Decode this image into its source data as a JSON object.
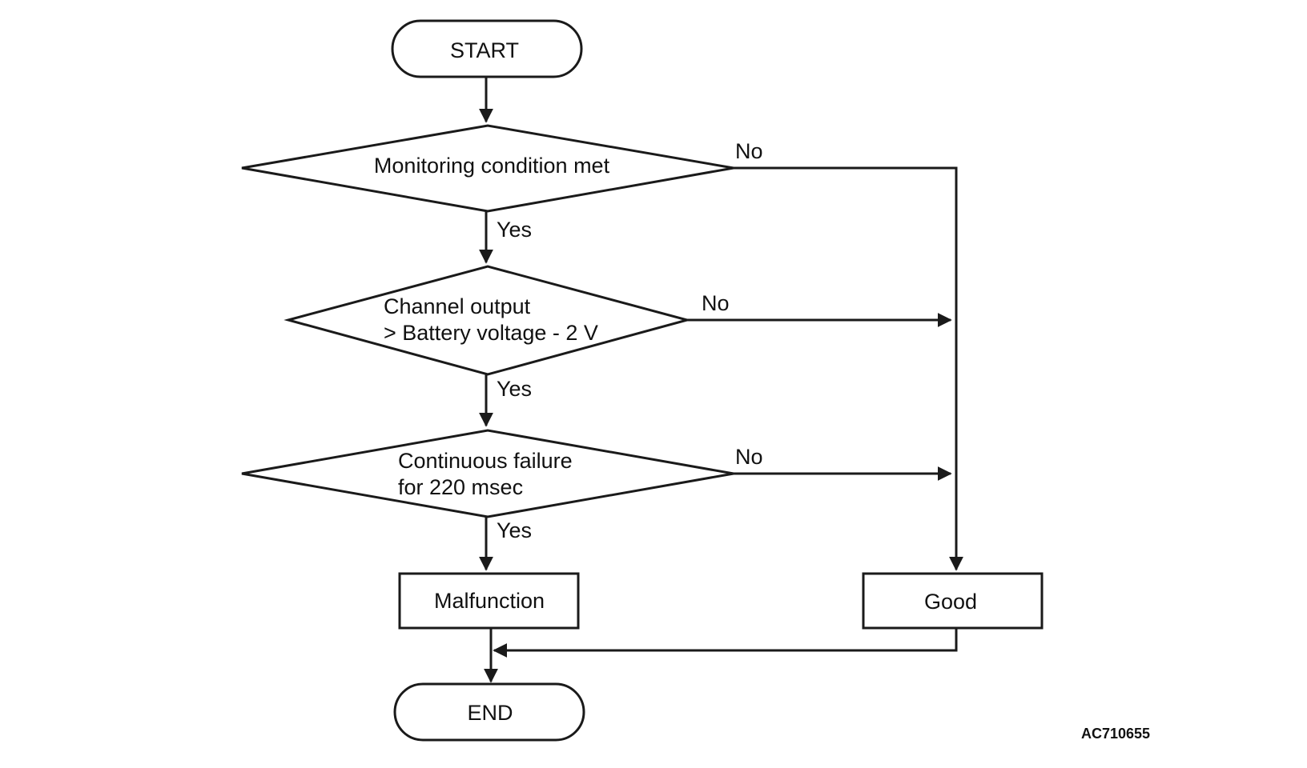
{
  "flowchart": {
    "start": "START",
    "end": "END",
    "decisions": [
      {
        "lines": [
          "Monitoring condition met"
        ],
        "yes": "Yes",
        "no": "No"
      },
      {
        "lines": [
          "Channel output",
          "> Battery voltage - 2 V"
        ],
        "yes": "Yes",
        "no": "No"
      },
      {
        "lines": [
          "Continuous failure",
          "for 220 msec"
        ],
        "yes": "Yes",
        "no": "No"
      }
    ],
    "malfunction": "Malfunction",
    "good": "Good"
  },
  "figure_code": "AC710655"
}
